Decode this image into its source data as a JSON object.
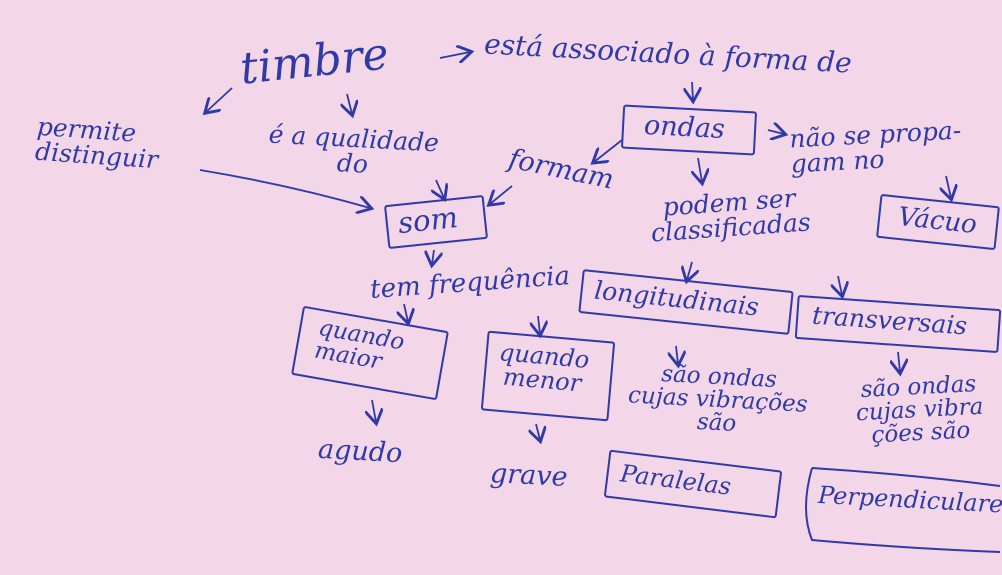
{
  "colors": {
    "paper": "#f3d6e8",
    "ink": "#2f3aa8"
  },
  "nodes": {
    "timbre": "timbre",
    "associado": "está associado à forma de",
    "permite": "permite\ndistinguir",
    "qualidade": "é a qualidade\ndo",
    "ondas": "ondas",
    "nao_propagam": "não se propa-\ngam no",
    "formam": "formam",
    "som": "som",
    "podem_ser": "podem ser\nclassificadas",
    "vacuo": "Vácuo",
    "tem_frequencia": "tem frequência",
    "longitudinais": "longitudinais",
    "transversais": "transversais",
    "quando_maior": "quando\nmaior",
    "quando_menor": "quando\nmenor",
    "long_desc": "são ondas\ncujas vibrações\nsão",
    "trans_desc": "são ondas\ncujas vibra\nções são",
    "agudo": "agudo",
    "grave": "grave",
    "paralelas": "Paralelas",
    "perpendiculares": "Perpendiculares"
  }
}
